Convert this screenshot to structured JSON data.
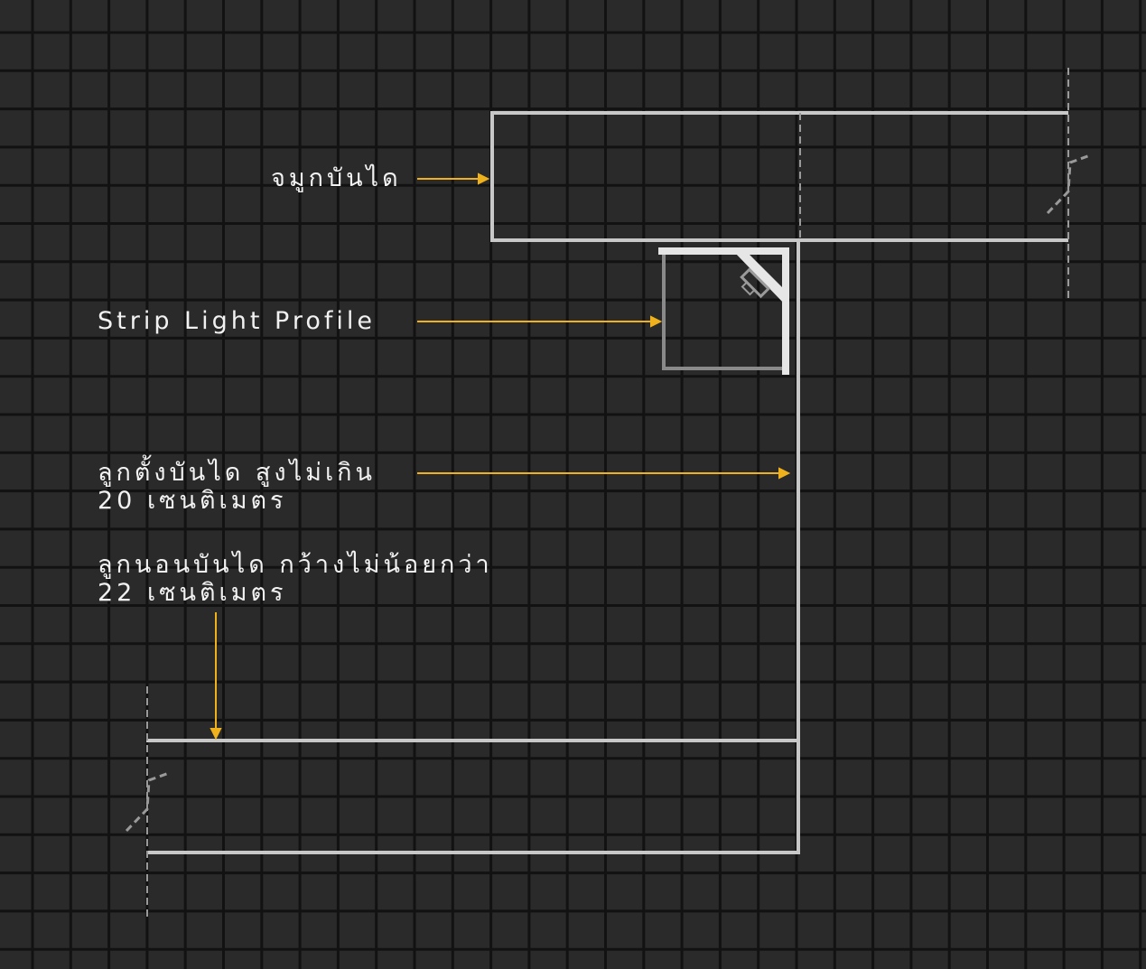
{
  "labels": {
    "nosing": "จมูกบันได",
    "strip_light": "Strip Light Profile",
    "riser_line1": "ลูกตั้งบันได สูงไม่เกิน",
    "riser_line2": "20 เซนติเมตร",
    "tread_line1": "ลูกนอนบันได กว้างไม่น้อยกว่า",
    "tread_line2": "22 เซนติเมตร"
  },
  "colors": {
    "background": "#2a2a2a",
    "grid": "#121212",
    "outline": "#c8c8c8",
    "arrow": "#f0b21c",
    "text": "#f2f2f2"
  }
}
